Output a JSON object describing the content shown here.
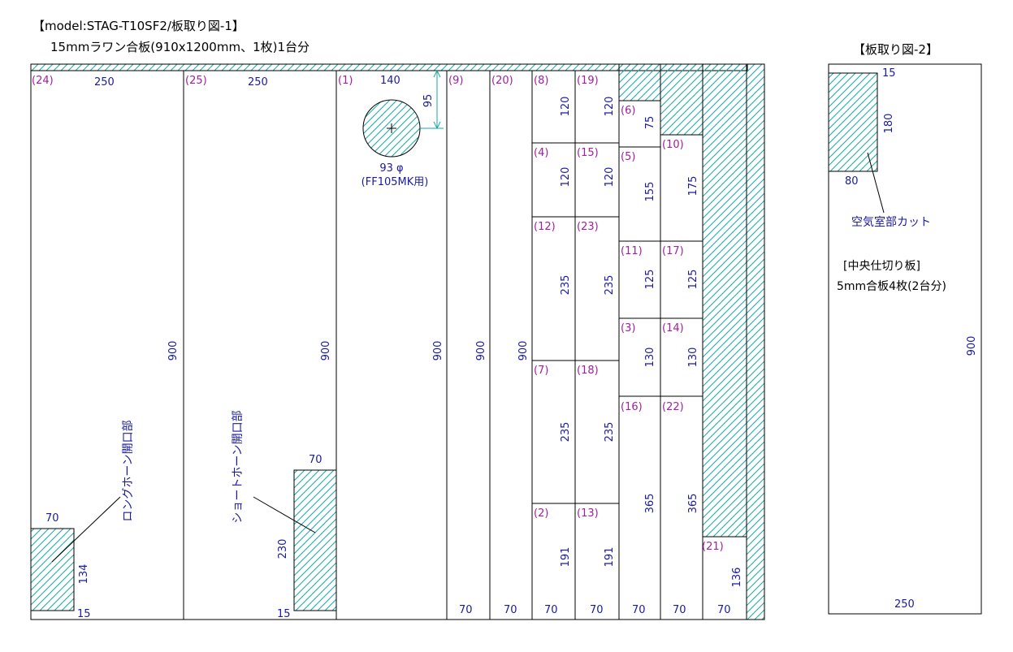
{
  "header": {
    "title": "【model:STAG-T10SF2/板取り図-1】",
    "subtitle": "15mmラワン合板(910x1200mm、1枚)1台分",
    "title2": "【板取り図-2】"
  },
  "colors": {
    "part_id": "#a020a0",
    "dimension": "#1a1aa0",
    "hatch": "#1aa7a7",
    "line": "#000000"
  },
  "sheet1": {
    "part_labels": [
      "(24)",
      "(25)",
      "(1)",
      "(9)",
      "(20)",
      "(8)",
      "(19)",
      "(6)",
      "(4)",
      "(15)",
      "(5)",
      "(10)",
      "(12)",
      "(23)",
      "(11)",
      "(17)",
      "(3)",
      "(14)",
      "(7)",
      "(18)",
      "(16)",
      "(22)",
      "(2)",
      "(13)",
      "(21)"
    ],
    "top_widths": [
      "250",
      "250",
      "140"
    ],
    "column_heights": [
      "900",
      "900",
      "900",
      "900",
      "900"
    ],
    "cell_heights": [
      "120",
      "120",
      "75",
      "120",
      "120",
      "155",
      "175",
      "235",
      "235",
      "125",
      "125",
      "130",
      "130",
      "235",
      "235",
      "365",
      "365",
      "191",
      "191",
      "136"
    ],
    "bottom_widths": [
      "70",
      "70",
      "70",
      "70",
      "70",
      "70",
      "70"
    ],
    "hole": {
      "offset": "95",
      "diameter": "93 φ",
      "speaker": "(FF105MK用)"
    },
    "opening_long": {
      "label": "ロングホーン開口部",
      "width": "70",
      "height": "134",
      "offset": "15"
    },
    "opening_short": {
      "label": "ショートホーン開口部",
      "width": "70",
      "height": "230",
      "offset": "15"
    }
  },
  "sheet2": {
    "cut_top": "15",
    "cut_height": "180",
    "cut_width": "80",
    "cut_label": "空気室部カット",
    "partition_title": "[中央仕切り板]",
    "partition_desc": "5mm合板4枚(2台分)",
    "height": "900",
    "width": "250"
  }
}
